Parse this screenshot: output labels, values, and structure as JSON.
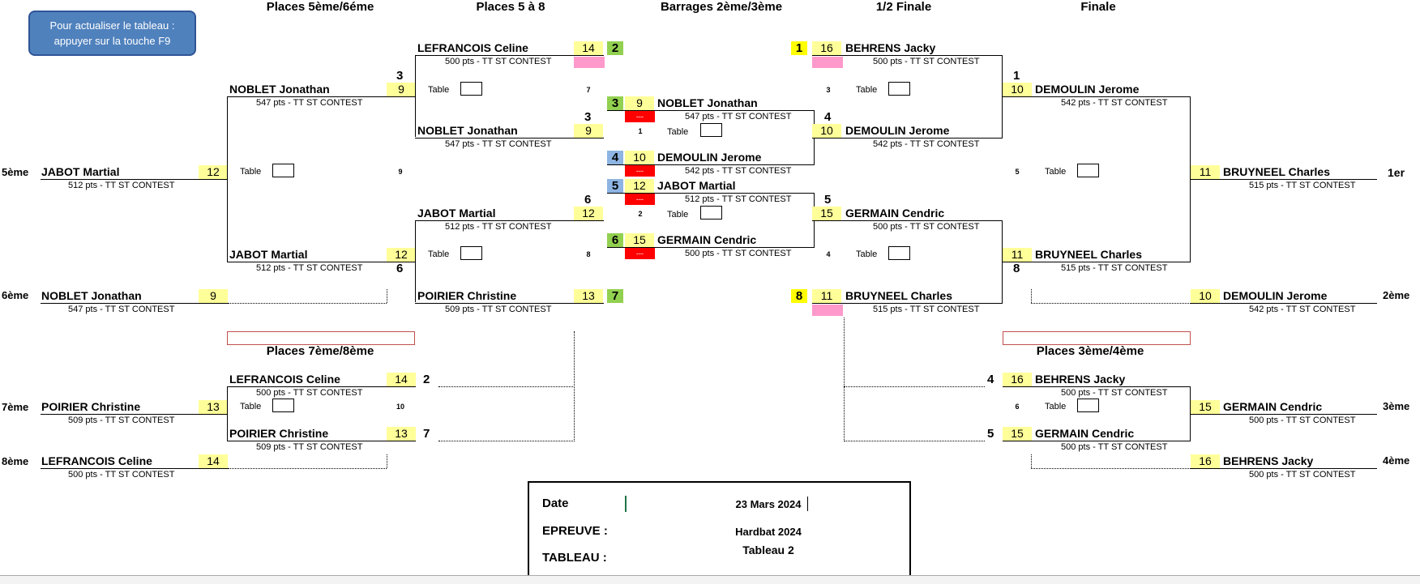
{
  "headers": {
    "h1": "Places 5ème/6éme",
    "h2": "Places 5 à 8",
    "h3": "Barrages 2ème/3ème",
    "h4": "1/2 Finale",
    "h5": "Finale",
    "h6": "Places 7ème/8ème",
    "h7": "Places 3ème/4ème"
  },
  "refresh_button": "Pour actualiser le tableau : appuyer sur la touche F9",
  "table_label": "Table",
  "names": {
    "lefrancois": "LEFRANCOIS  Celine",
    "noblet": "NOBLET  Jonathan",
    "jabot": "JABOT  Martial",
    "poirier": "POIRIER  Christine",
    "behrens": "BEHRENS  Jacky",
    "demoulin": "DEMOULIN  Jerome",
    "germain": "GERMAIN  Cendric",
    "bruyneel": "BRUYNEEL  Charles"
  },
  "pts": {
    "p500": "500 pts - TT ST CONTEST",
    "p547": "547 pts - TT ST CONTEST",
    "p512": "512 pts - TT ST CONTEST",
    "p509": "509 pts - TT ST CONTEST",
    "p542": "542 pts - TT ST CONTEST",
    "p515": "515 pts - TT ST CONTEST"
  },
  "scores": {
    "s9": "9",
    "s10": "10",
    "s11": "11",
    "s12": "12",
    "s13": "13",
    "s14": "14",
    "s15": "15",
    "s16": "16"
  },
  "seeds": {
    "n1": "1",
    "n2": "2",
    "n3": "3",
    "n4": "4",
    "n5": "5",
    "n6": "6",
    "n7": "7",
    "n8": "8"
  },
  "match_nums": {
    "m1": "1",
    "m3": "3",
    "m4": "4",
    "m5": "5",
    "m6": "6",
    "m7": "7",
    "m8": "8",
    "m9": "9",
    "m10": "10",
    "m2": "2"
  },
  "places": {
    "p1": "1er",
    "p2": "2ème",
    "p3": "3ème",
    "p4": "4ème",
    "p5": "5ème",
    "p6": "6ème",
    "p7": "7ème",
    "p8": "8ème"
  },
  "dash": "---",
  "info": {
    "date_label": "Date",
    "date_value": "23 Mars 2024",
    "epreuve_label": "EPREUVE :",
    "epreuve_value": "Hardbat 2024",
    "tableau_label": "TABLEAU :",
    "tableau_value": "Tableau 2"
  },
  "colors": {
    "score_bg": "#ffff99",
    "seed_green": "#92d050",
    "seed_blue": "#8db4e2",
    "seed_yellow": "#ffff00",
    "pink": "#ff99cc",
    "red": "#ff0000",
    "button": "#4f81bd"
  }
}
